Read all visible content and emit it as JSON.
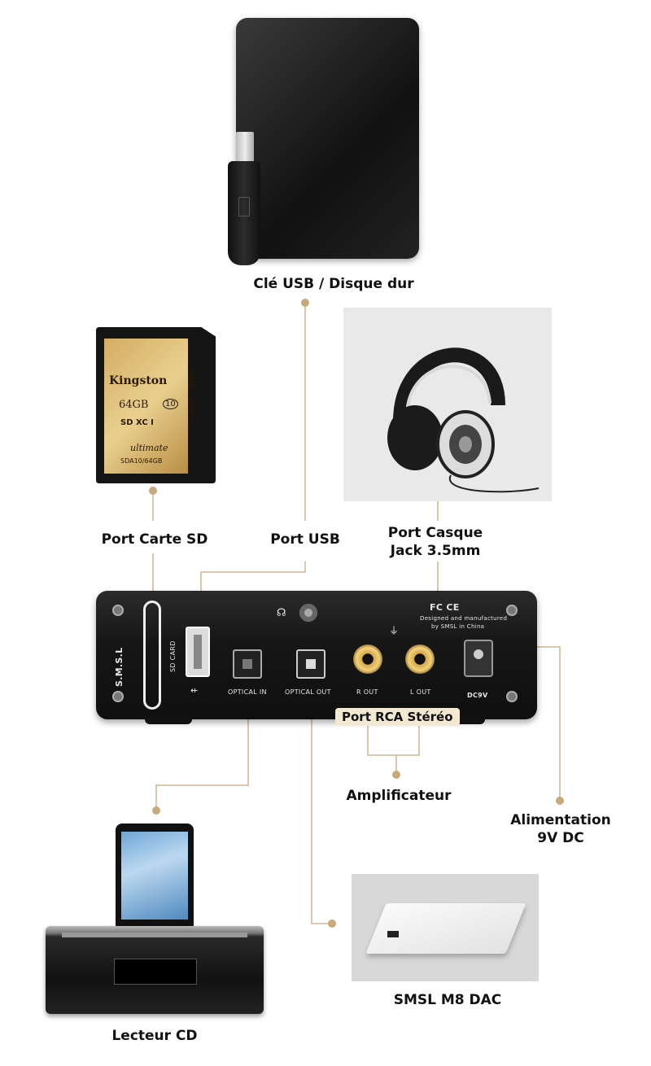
{
  "labels": {
    "usb_drive": "Clé USB / Disque dur",
    "sd_port": "Port Carte SD",
    "usb_port": "Port USB",
    "headphone_port_line1": "Port Casque",
    "headphone_port_line2": "Jack 3.5mm",
    "rca_port": "Port RCA Stéréo",
    "amplifier": "Amplificateur",
    "power_line1": "Alimentation",
    "power_line2": "9V DC",
    "cd_player": "Lecteur CD",
    "dac": "SMSL M8 DAC"
  },
  "device": {
    "brand": "S.M.S.L",
    "sd_card_text": "SD CARD",
    "optical_in": "OPTICAL IN",
    "optical_out": "OPTICAL OUT",
    "r_out": "R OUT",
    "l_out": "L OUT",
    "dc": "DC9V",
    "cert": "FC CE",
    "made_by_line1": "Designed and manufactured",
    "made_by_line2": "by SMSL in China"
  },
  "sd_card": {
    "brand": "Kingston",
    "capacity": "64GB",
    "class": "10",
    "type": "SD XC I",
    "series": "ultimate",
    "model": "SDA10/64GB",
    "speed": "90MB/s 45MB/s"
  },
  "colors": {
    "wire": "#c8a97a",
    "dot": "#c8a97a",
    "device_body": "#1c1c1c",
    "pill_bg": "#f3e9d3"
  }
}
